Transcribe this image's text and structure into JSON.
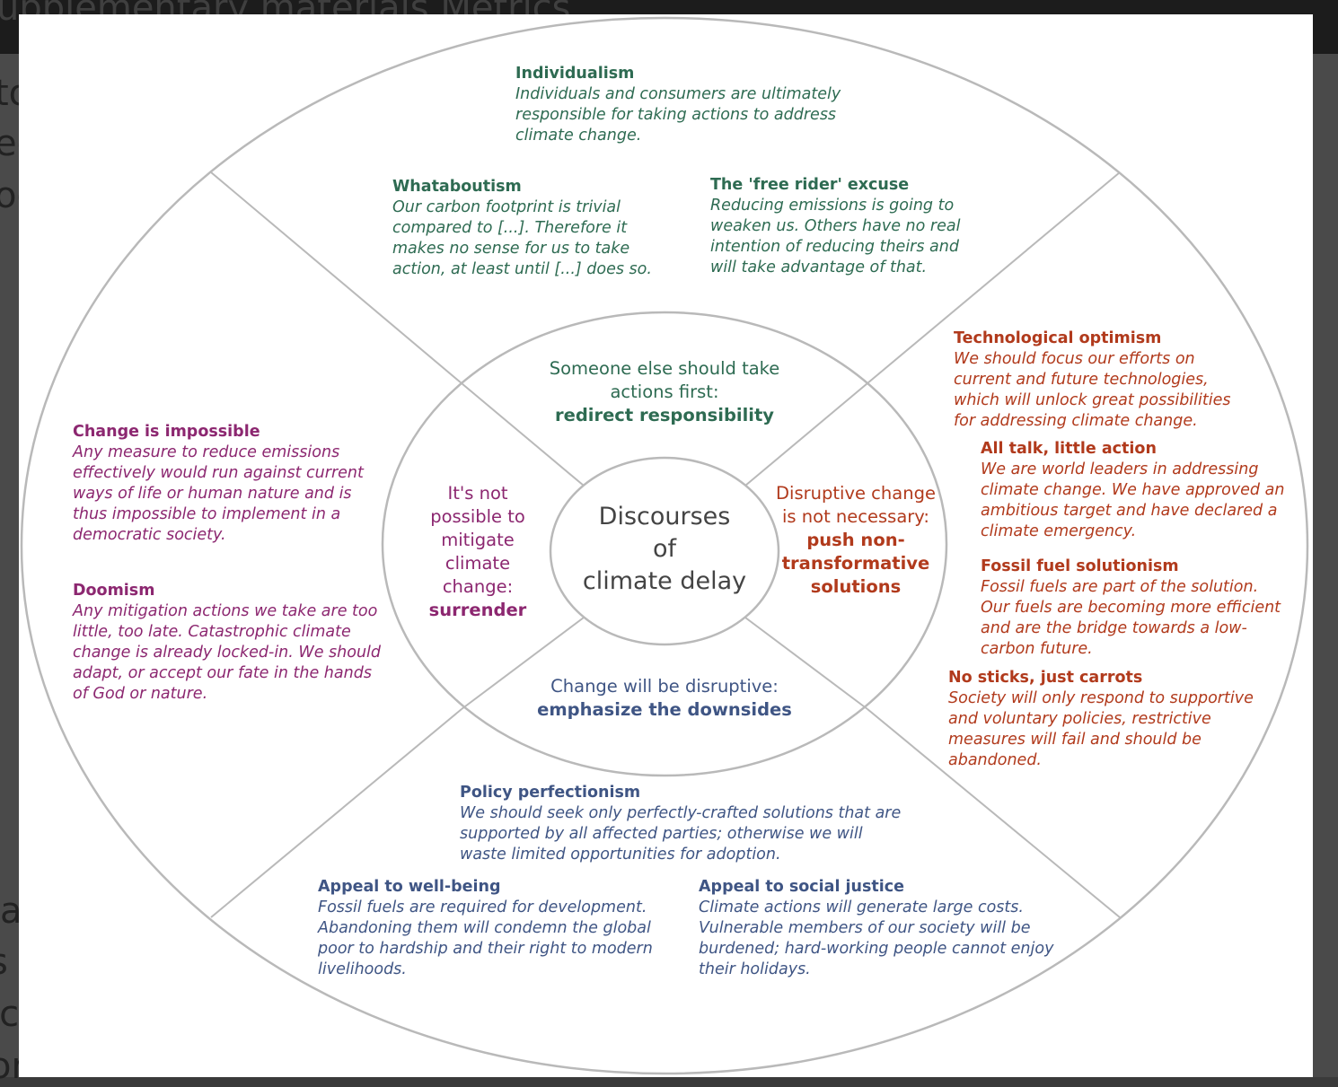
{
  "topbar": {
    "text": "upplementary materials     Metrics"
  },
  "background_fragments": [
    "to",
    "ec",
    "oo",
    "a",
    "s",
    "ic",
    "or"
  ],
  "center": {
    "title_line1": "Discourses",
    "title_line2": "of",
    "title_line3": "climate delay"
  },
  "colors": {
    "green": "#2e6b52",
    "red": "#b13a1c",
    "purple": "#8c2770",
    "blue": "#3f5584",
    "ring": "#b9b9b9"
  },
  "quadrants": {
    "top": {
      "lead": "Someone else should take actions first:",
      "key": "redirect responsibility"
    },
    "right": {
      "lead": "Disruptive change is not necessary:",
      "key": "push non-transformative solutions"
    },
    "bottom": {
      "lead": "Change will be disruptive:",
      "key": "emphasize the downsides"
    },
    "left": {
      "lead": "It's not possible to mitigate climate change:",
      "key": "surrender"
    }
  },
  "discourses": {
    "individualism": {
      "title": "Individualism",
      "text": "Individuals and consumers are ultimately responsible for taking actions to address climate change."
    },
    "whataboutism": {
      "title": "Whataboutism",
      "text": "Our carbon footprint is trivial compared to [...]. Therefore it makes no sense for us to take action, at least until [...] does so."
    },
    "free_rider": {
      "title": "The 'free rider' excuse",
      "text": "Reducing emissions is going to weaken us. Others have no real intention of reducing theirs and will take advantage of that."
    },
    "tech_optimism": {
      "title": "Technological optimism",
      "text": "We should focus our efforts on current and future technologies, which will unlock great possibilities for addressing climate change."
    },
    "all_talk": {
      "title": "All talk, little action",
      "text": "We are world leaders in addressing climate change. We have approved an ambitious target and have declared a climate emergency."
    },
    "fossil_fuel": {
      "title": "Fossil fuel solutionism",
      "text": "Fossil fuels are part of the solution. Our fuels are becoming more efficient and are the bridge towards a low-carbon future."
    },
    "no_sticks": {
      "title": "No sticks, just carrots",
      "text": "Society will only respond to supportive and voluntary policies, restrictive measures will fail and should be abandoned."
    },
    "change_impossible": {
      "title": "Change is impossible",
      "text": "Any measure to reduce emissions effectively would run against current ways of life or human nature and is thus impossible to implement in a democratic society."
    },
    "doomism": {
      "title": "Doomism",
      "text": "Any mitigation actions we take are too little, too late. Catastrophic climate change is already locked-in. We should adapt, or accept our fate in the hands of God or nature."
    },
    "policy_perfectionism": {
      "title": "Policy perfectionism",
      "text": "We should seek only perfectly-crafted solutions that are supported by all affected parties; otherwise we will waste limited opportunities for adoption."
    },
    "well_being": {
      "title": "Appeal to well-being",
      "text": "Fossil fuels are required for development. Abandoning them will condemn the global poor to hardship and their right to modern livelihoods."
    },
    "social_justice": {
      "title": "Appeal to social justice",
      "text": "Climate actions will generate large costs. Vulnerable members of our society will be burdened; hard-working people cannot enjoy their holidays."
    }
  }
}
